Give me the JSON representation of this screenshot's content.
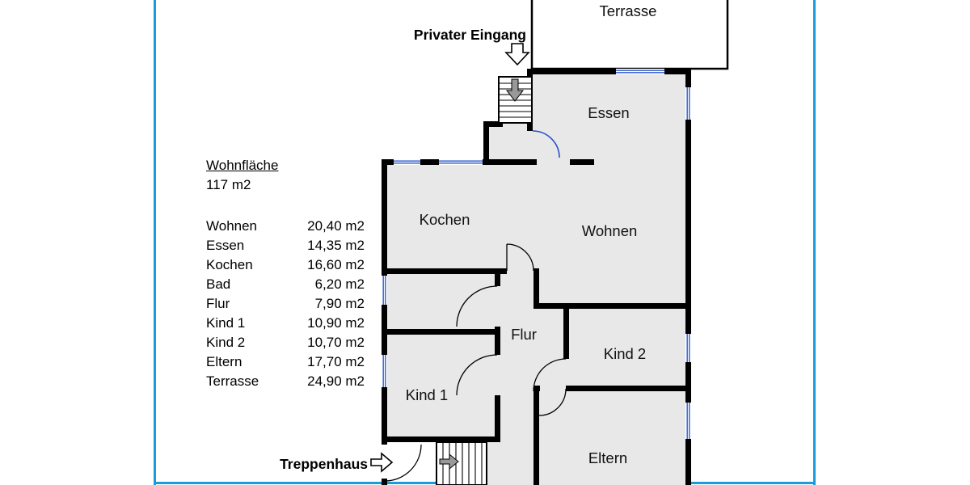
{
  "legend": {
    "title": "Wohnfläche",
    "total": "117 m2",
    "rows": [
      {
        "label": "Wohnen",
        "value": "20,40 m2"
      },
      {
        "label": "Essen",
        "value": "14,35 m2"
      },
      {
        "label": "Kochen",
        "value": "16,60 m2"
      },
      {
        "label": "Bad",
        "value": "6,20 m2"
      },
      {
        "label": "Flur",
        "value": "7,90 m2"
      },
      {
        "label": "Kind 1",
        "value": "10,90 m2"
      },
      {
        "label": "Kind 2",
        "value": "10,70 m2"
      },
      {
        "label": "Eltern",
        "value": "17,70 m2"
      },
      {
        "label": "Terrasse",
        "value": "24,90 m2"
      }
    ]
  },
  "annotations": {
    "private_entrance": "Privater Eingang",
    "stairwell": "Treppenhaus"
  },
  "rooms": {
    "terrasse": "Terrasse",
    "essen": "Essen",
    "kochen": "Kochen",
    "wohnen": "Wohnen",
    "flur": "Flur",
    "kind2": "Kind 2",
    "kind1": "Kind 1",
    "eltern": "Eltern"
  },
  "colors": {
    "accent_frame": "#1b9bd7",
    "wall": "#000000",
    "room_fill": "#e8e8e8",
    "window": "#4a6fd0",
    "door_arc_blue": "#2b50c8"
  }
}
